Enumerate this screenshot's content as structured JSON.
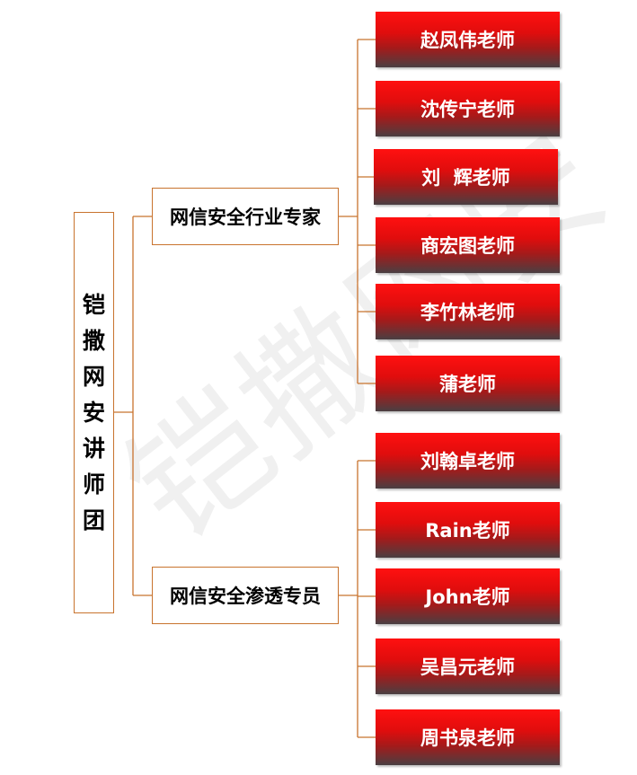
{
  "watermark": "铠撒网安",
  "root": {
    "chars": [
      "铠",
      "撒",
      "网",
      "安",
      "讲",
      "师",
      "团"
    ]
  },
  "groups": [
    {
      "label": "网信安全行业专家",
      "members": [
        "赵凤伟老师",
        "沈传宁老师",
        "刘  辉老师",
        "商宏图老师",
        "李竹林老师",
        "蒲老师"
      ]
    },
    {
      "label": "网信安全渗透专员",
      "members": [
        "刘翰卓老师",
        "Rain老师",
        "John老师",
        "吴昌元老师",
        "周书泉老师"
      ]
    }
  ],
  "colors": {
    "connector": "#c8732e",
    "leaf_top": "#ff1010",
    "leaf_bottom": "#4a3f42",
    "leaf_text": "#ffffff"
  }
}
